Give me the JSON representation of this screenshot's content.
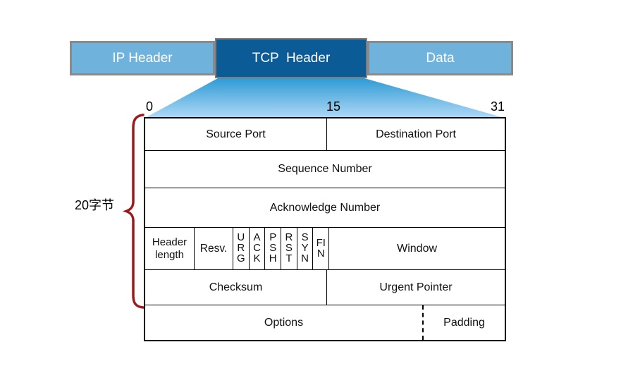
{
  "top_bar": {
    "segments": [
      {
        "label": "IP Header"
      },
      {
        "label": "TCP  Header"
      },
      {
        "label": "Data"
      }
    ]
  },
  "bit_scale": {
    "start": "0",
    "middle": "15",
    "end": "31"
  },
  "byte_label": "20字节",
  "table": {
    "row1": {
      "source_port": "Source Port",
      "destination_port": "Destination Port"
    },
    "row2": {
      "sequence_number": "Sequence Number"
    },
    "row3": {
      "acknowledge_number": "Acknowledge Number"
    },
    "row4": {
      "header_length": "Header length",
      "reserved": "Resv.",
      "flags": [
        "URG",
        "ACK",
        "PSH",
        "RST",
        "SYN",
        "FIN"
      ],
      "window": "Window"
    },
    "row5": {
      "checksum": "Checksum",
      "urgent_pointer": "Urgent Pointer"
    },
    "row6": {
      "options": "Options",
      "padding": "Padding"
    }
  },
  "colors": {
    "segment_light_blue": "#6FB3DD",
    "segment_dark_blue": "#0B5B96",
    "segment_border_gray": "#8a8a8a",
    "funnel_top": "#2E9BD5",
    "funnel_bottom": "#AFD8F6",
    "brace_red": "#9C1A1C",
    "table_border": "#000000"
  }
}
